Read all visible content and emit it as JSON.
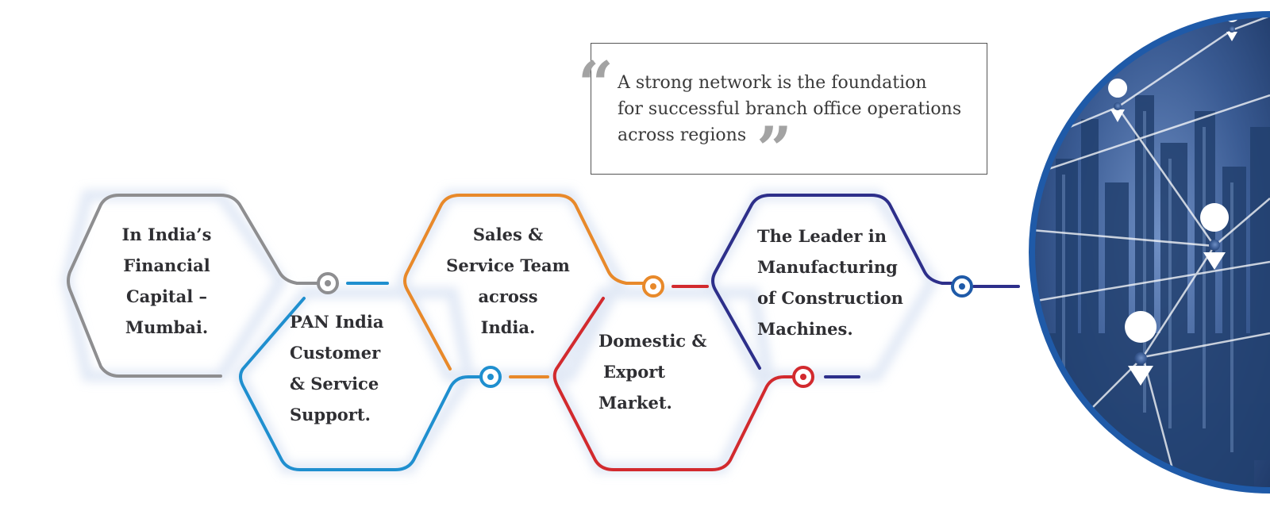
{
  "quote": {
    "open_mark": "“",
    "close_mark": "”",
    "lines": [
      "A strong network is the foundation",
      "for successful branch office operations",
      "across regions"
    ]
  },
  "nodes": [
    {
      "id": "mumbai",
      "color": "#8e8e90",
      "lines": [
        "In India’s",
        "Financial",
        "Capital –",
        "Mumbai."
      ]
    },
    {
      "id": "pan-india",
      "color": "#1f8fcf",
      "lines": [
        "PAN India",
        "Customer",
        "& Service",
        "Support."
      ]
    },
    {
      "id": "sales-service",
      "color": "#e8892a",
      "lines": [
        "Sales &",
        "Service Team",
        "across",
        "India."
      ]
    },
    {
      "id": "domestic-export",
      "color": "#d22a2e",
      "lines": [
        "Domestic &",
        "Export",
        "Market."
      ]
    },
    {
      "id": "leader",
      "color": "#2d2f8a",
      "lines": [
        "The Leader in",
        "Manufacturing",
        "of Construction",
        "Machines."
      ]
    }
  ],
  "image": {
    "icon": "city-network-globe",
    "ring_color": "#1f5aa8"
  }
}
